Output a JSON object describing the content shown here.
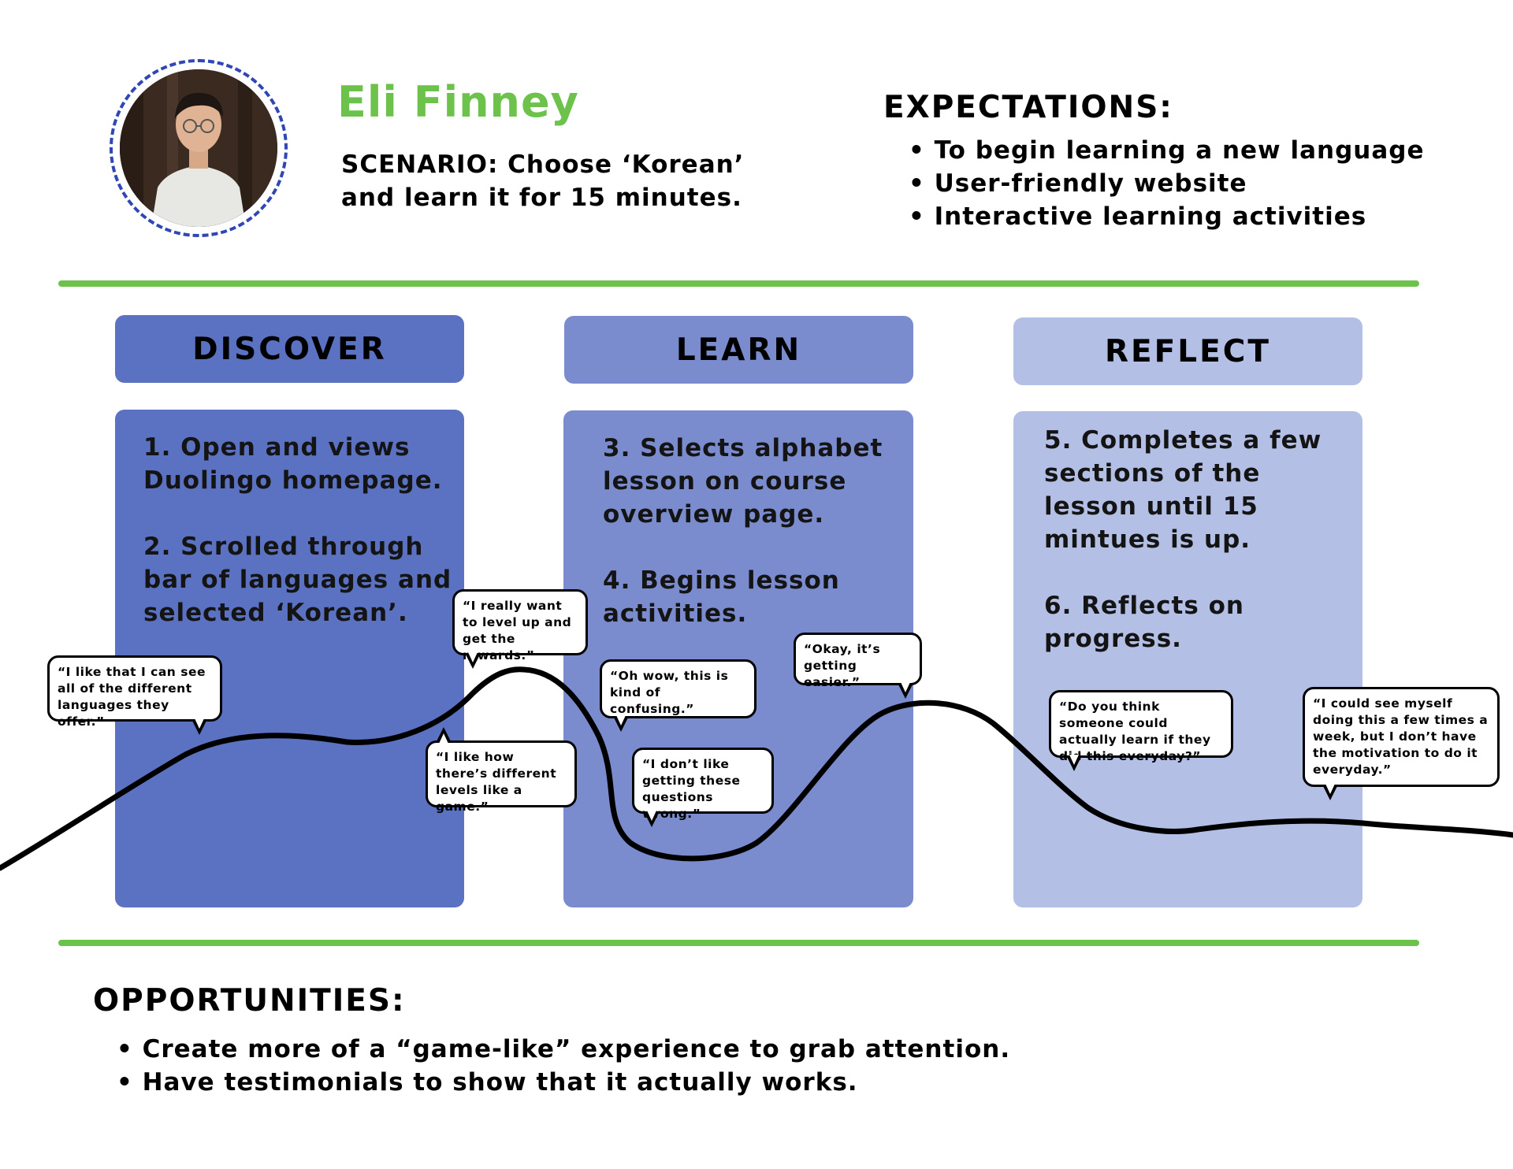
{
  "persona": {
    "name": "Eli Finney",
    "scenario_label": "SCENARIO",
    "scenario_text": ": Choose ‘Korean’ and learn it for 15 minutes."
  },
  "expectations": {
    "heading": "EXPECTATIONS:",
    "items": [
      "To begin learning a new language",
      "User-friendly website",
      "Interactive learning activities"
    ]
  },
  "stages": [
    {
      "title": "DISCOVER",
      "steps": [
        "1. Open and views Duolingo homepage.",
        "2. Scrolled through bar of languages and selected ‘Korean’."
      ]
    },
    {
      "title": "LEARN",
      "steps": [
        "3. Selects alphabet lesson on course overview page.",
        "4. Begins lesson activities."
      ]
    },
    {
      "title": "REFLECT",
      "steps": [
        "5. Completes a few sections of the lesson until 15 mintues is up.",
        "6. Reflects on progress."
      ]
    }
  ],
  "quotes": [
    "“I like that I can see all of the different languages they offer.”",
    "“I really want to level up and get the rewards.”",
    "“I like how there’s different levels like a game.”",
    "“Oh wow, this is kind of confusing.”",
    "“I don’t like getting these questions wrong.”",
    "“Okay, it’s getting easier.”",
    "“Do you think someone could actually learn if they did this everyday?”",
    "“I could see myself doing this a few times a week, but I don’t have the motivation to do it everyday.”"
  ],
  "opportunities": {
    "heading": "OPPORTUNITIES:",
    "items": [
      "Create more of a “game-like” experience to grab attention.",
      "Have testimonials to show that it actually works."
    ]
  },
  "colors": {
    "accent_green": "#6cc24a",
    "discover": "#5b72c2",
    "learn": "#7a8cce",
    "reflect": "#b4bfe6",
    "ring": "#3046b5"
  }
}
